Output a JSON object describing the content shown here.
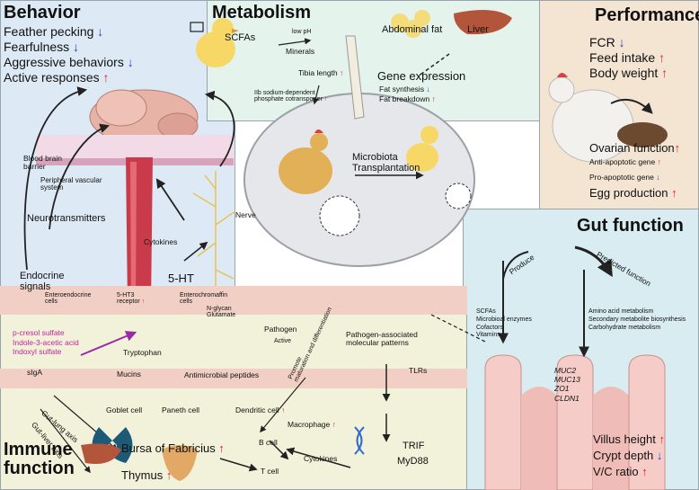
{
  "colors": {
    "up": "#e0202a",
    "down": "#1f3fd1",
    "highlight": "#c2259b"
  },
  "behavior": {
    "title": "Behavior",
    "items": [
      "Feather pecking",
      "Fearfulness",
      "Aggressive behaviors",
      "Active responses"
    ],
    "blood_brain_barrier": "Blood brain\nbarrier",
    "peripheral": "Peripheral vascular\nsystem",
    "neurotransmitters": "Neurotransmitters",
    "cytokines": "Cytokines",
    "nerve": "Nerve",
    "endocrine": "Endocrine\nsignals",
    "serotonin": "5-HT",
    "enteroendocrine": "Enteroendocrine\ncells",
    "receptor": "5-HT3\nreceptor",
    "enterochromaffin": "Enterochromaffin\ncells"
  },
  "metabolism": {
    "title": "Metabolism",
    "scfas": "SCFAs",
    "low_ph": "low pH",
    "minerals": "Minerals",
    "tibia": "Tibia length",
    "transporter": "IIb sodium-dependent\nphosphate cotransporter",
    "abdominal_fat": "Abdominal fat",
    "liver": "Liver",
    "gene_expression": "Gene expression",
    "fat_synthesis": "Fat synthesis",
    "fat_breakdown": "Fat breakdown"
  },
  "performance": {
    "title": "Performance",
    "items": [
      "FCR",
      "Feed intake",
      "Body weight"
    ],
    "ovarian": "Ovarian function",
    "anti_apoptotic": "Anti-apoptotic gene",
    "pro_apoptotic": "Pro-apoptotic gene",
    "egg_production": "Egg production"
  },
  "center": {
    "label": "Microbiota\nTransplantation"
  },
  "gut": {
    "title": "Gut function",
    "produce": "Produce",
    "predicted": "Predicted function",
    "produce_items": "SCFAs\nMicrobioal enzymes\nCofactors\nVitamins",
    "predicted_items": "Amino acid metabolism\nSecondary metabolite biosynthesis\nCarbohydrate metabolism",
    "genes": "MUC2\nMUC13\nZO1\nCLDN1",
    "villus": "Villus height",
    "crypt": "Crypt depth",
    "vc": "V/C ratio"
  },
  "gut_lumen": {
    "metabolites": "p-cresol sulfate\nIndole-3-acetic acid\nIndoxyl sulfate",
    "tryptophan": "Tryptophan",
    "nglycan": "N-glycan\nGlutamate",
    "pathogen": "Pathogen",
    "active": "Active",
    "pamps": "Pathogen-associated\nmolecular patterns"
  },
  "immune": {
    "title": "Immune\nfunction",
    "siga": "sIgA",
    "mucins": "Mucins",
    "amp": "Antimicrobial peptides",
    "goblet": "Goblet cell",
    "paneth": "Paneth cell",
    "dendritic": "Dendritic cell",
    "promote": "Promote\nmaturation and differentiation",
    "tlrs": "TLRs",
    "macrophage": "Macrophage",
    "gut_lung": "Gut-lung axis",
    "gut_liver": "Gut-liver axis",
    "bursa": "Bursa of Fabricius",
    "bcell": "B cell",
    "cytokines": "Cytokines",
    "tcell": "T cell",
    "thymus": "Thymus",
    "trif": "TRIF",
    "myd88": "MyD88"
  }
}
